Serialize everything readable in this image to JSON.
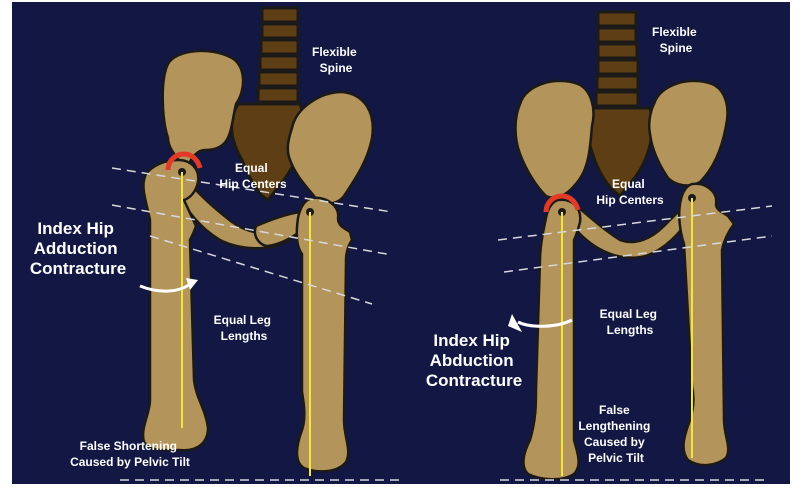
{
  "colors": {
    "background": "#121843",
    "bone": "#b3945a",
    "bone_outline": "#1c1a18",
    "vertebra": "#5e3e14",
    "center_line": "#f2e63a",
    "dash": "#d8d8dc",
    "contracture_highlight": "#e23a26"
  },
  "left_panel": {
    "flexible_spine": [
      "Flexible",
      "Spine"
    ],
    "equal_hip_centers": [
      "Equal",
      "Hip Centers"
    ],
    "contracture": [
      "Index Hip",
      "Adduction",
      "Contracture"
    ],
    "equal_leg_lengths": [
      "Equal Leg",
      "Lengths"
    ],
    "result": [
      "False Shortening",
      "Caused by Pelvic Tilt"
    ]
  },
  "right_panel": {
    "flexible_spine": [
      "Flexible",
      "Spine"
    ],
    "equal_hip_centers": [
      "Equal",
      "Hip Centers"
    ],
    "contracture": [
      "Index Hip",
      "Abduction",
      "Contracture"
    ],
    "equal_leg_lengths": [
      "Equal Leg",
      "Lengths"
    ],
    "result": [
      "False",
      "Lengthening",
      "Caused by",
      "Pelvic Tilt"
    ]
  }
}
